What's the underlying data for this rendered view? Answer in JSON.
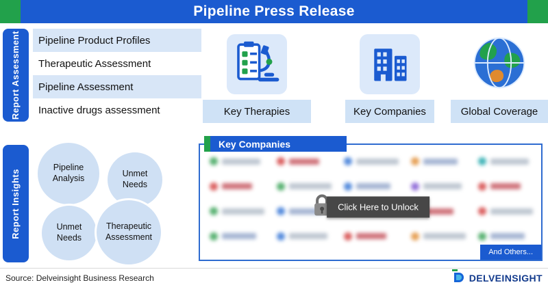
{
  "banner": {
    "title": "Pipeline Press Release"
  },
  "report_assessment": {
    "sidebar_label": "Report Assessment",
    "items": [
      "Pipeline Product Profiles",
      "Therapeutic Assessment",
      "Pipeline Assessment",
      "Inactive drugs assessment"
    ]
  },
  "feature_cards": [
    {
      "label": "Key Therapies",
      "icon": "checklist-microscope-icon"
    },
    {
      "label": "Key Companies",
      "icon": "buildings-icon"
    },
    {
      "label": "Global Coverage",
      "icon": "globe-icon"
    }
  ],
  "report_insights": {
    "sidebar_label": "Report Insights",
    "venn_labels": [
      "Pipeline Analysis",
      "Unmet Needs",
      "Unmet Needs",
      "Therapeutic Assessment"
    ]
  },
  "companies_panel": {
    "header": "Key Companies",
    "unlock_label": "Click Here to Unlock",
    "and_others": "And Others...",
    "blurred_logo_colors": [
      "#2f9e4f",
      "#d23a3a",
      "#2b6fd4",
      "#e08a2e",
      "#16a3a8",
      "#d23a3a",
      "#2f9e4f",
      "#2b6fd4",
      "#7a4fd0",
      "#d23a3a",
      "#2f9e4f",
      "#2b6fd4",
      "#e08a2e",
      "#16a3a8",
      "#d23a3a",
      "#2f9e4f",
      "#2b6fd4",
      "#d23a3a",
      "#e08a2e",
      "#2f9e4f"
    ]
  },
  "footer": {
    "source": "Source: Delveinsight Business Research",
    "brand": "DELVEINSIGHT"
  },
  "colors": {
    "primary_blue": "#1b5bd0",
    "accent_green": "#22a14b",
    "light_blue": "#d8e6f7"
  }
}
